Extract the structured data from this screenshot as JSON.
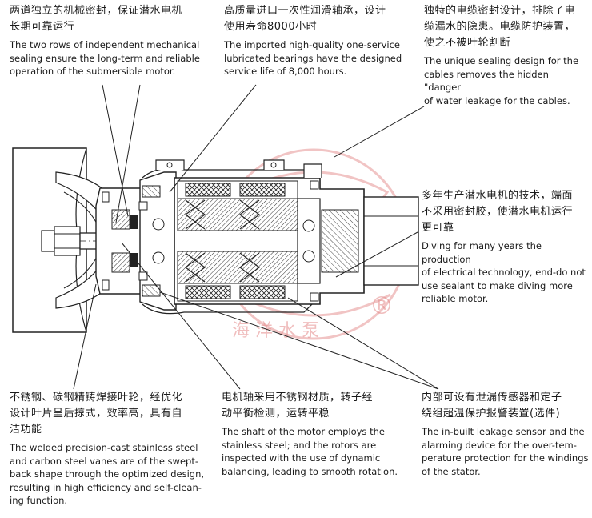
{
  "annotations": {
    "seal": {
      "zh": "两道独立的机械密封，保证潜水电机\n长期可靠运行",
      "en": "The two rows of independent mechanical\nsealing ensure the long-term and reliable\noperation of the submersible motor."
    },
    "bearing": {
      "zh": "高质量进口一次性润滑轴承，设计\n使用寿命8000小时",
      "en": "The imported high-quality one-service\nlubricated bearings have the designed\nservice life of 8,000 hours."
    },
    "cable": {
      "zh": "独特的电缆密封设计，排除了电\n缆漏水的隐患。电缆防护装置，\n使之不被叶轮割断",
      "en": "The unique sealing design for the\ncables removes the hidden \"danger\nof water leakage for the cables."
    },
    "experience": {
      "zh": "多年生产潜水电机的技术，端面\n不采用密封胶，使潜水电机运行\n更可靠",
      "en": "Diving for many years the production\nof electrical technology, end-do not\nuse sealant to make diving more\nreliable motor."
    },
    "impeller": {
      "zh": "不锈钢、碳钢精铸焊接叶轮，经优化\n设计叶片呈后掠式，效率高，具有自\n洁功能",
      "en": "The welded precision-cast stainless steel\nand carbon steel vanes are of the swept-\nback shape through the optimized design,\nresulting in high efficiency and self-clean-\ning function."
    },
    "shaft": {
      "zh": "电机轴采用不锈钢材质，转子经\n动平衡检测，运转平稳",
      "en": "The shaft of the motor employs the\nstainless steel; and the rotors are\ninspected with the use of dynamic\nbalancing, leading to smooth rotation."
    },
    "sensor": {
      "zh": "内部可设有泄漏传感器和定子\n绕组超温保护报警装置(选件)",
      "en": "The in-built leakage sensor and the\nalarming device for the over-tem-\nperature protection for the windings\nof the stator."
    }
  },
  "watermark": {
    "chars_top": "海 洋",
    "chars_bottom": "海  洋  水  泵",
    "registered": "®"
  },
  "colors": {
    "ink": "#1a1a1a",
    "line": "#222222",
    "hatch": "#333333",
    "watermark": "#e48a8a"
  }
}
